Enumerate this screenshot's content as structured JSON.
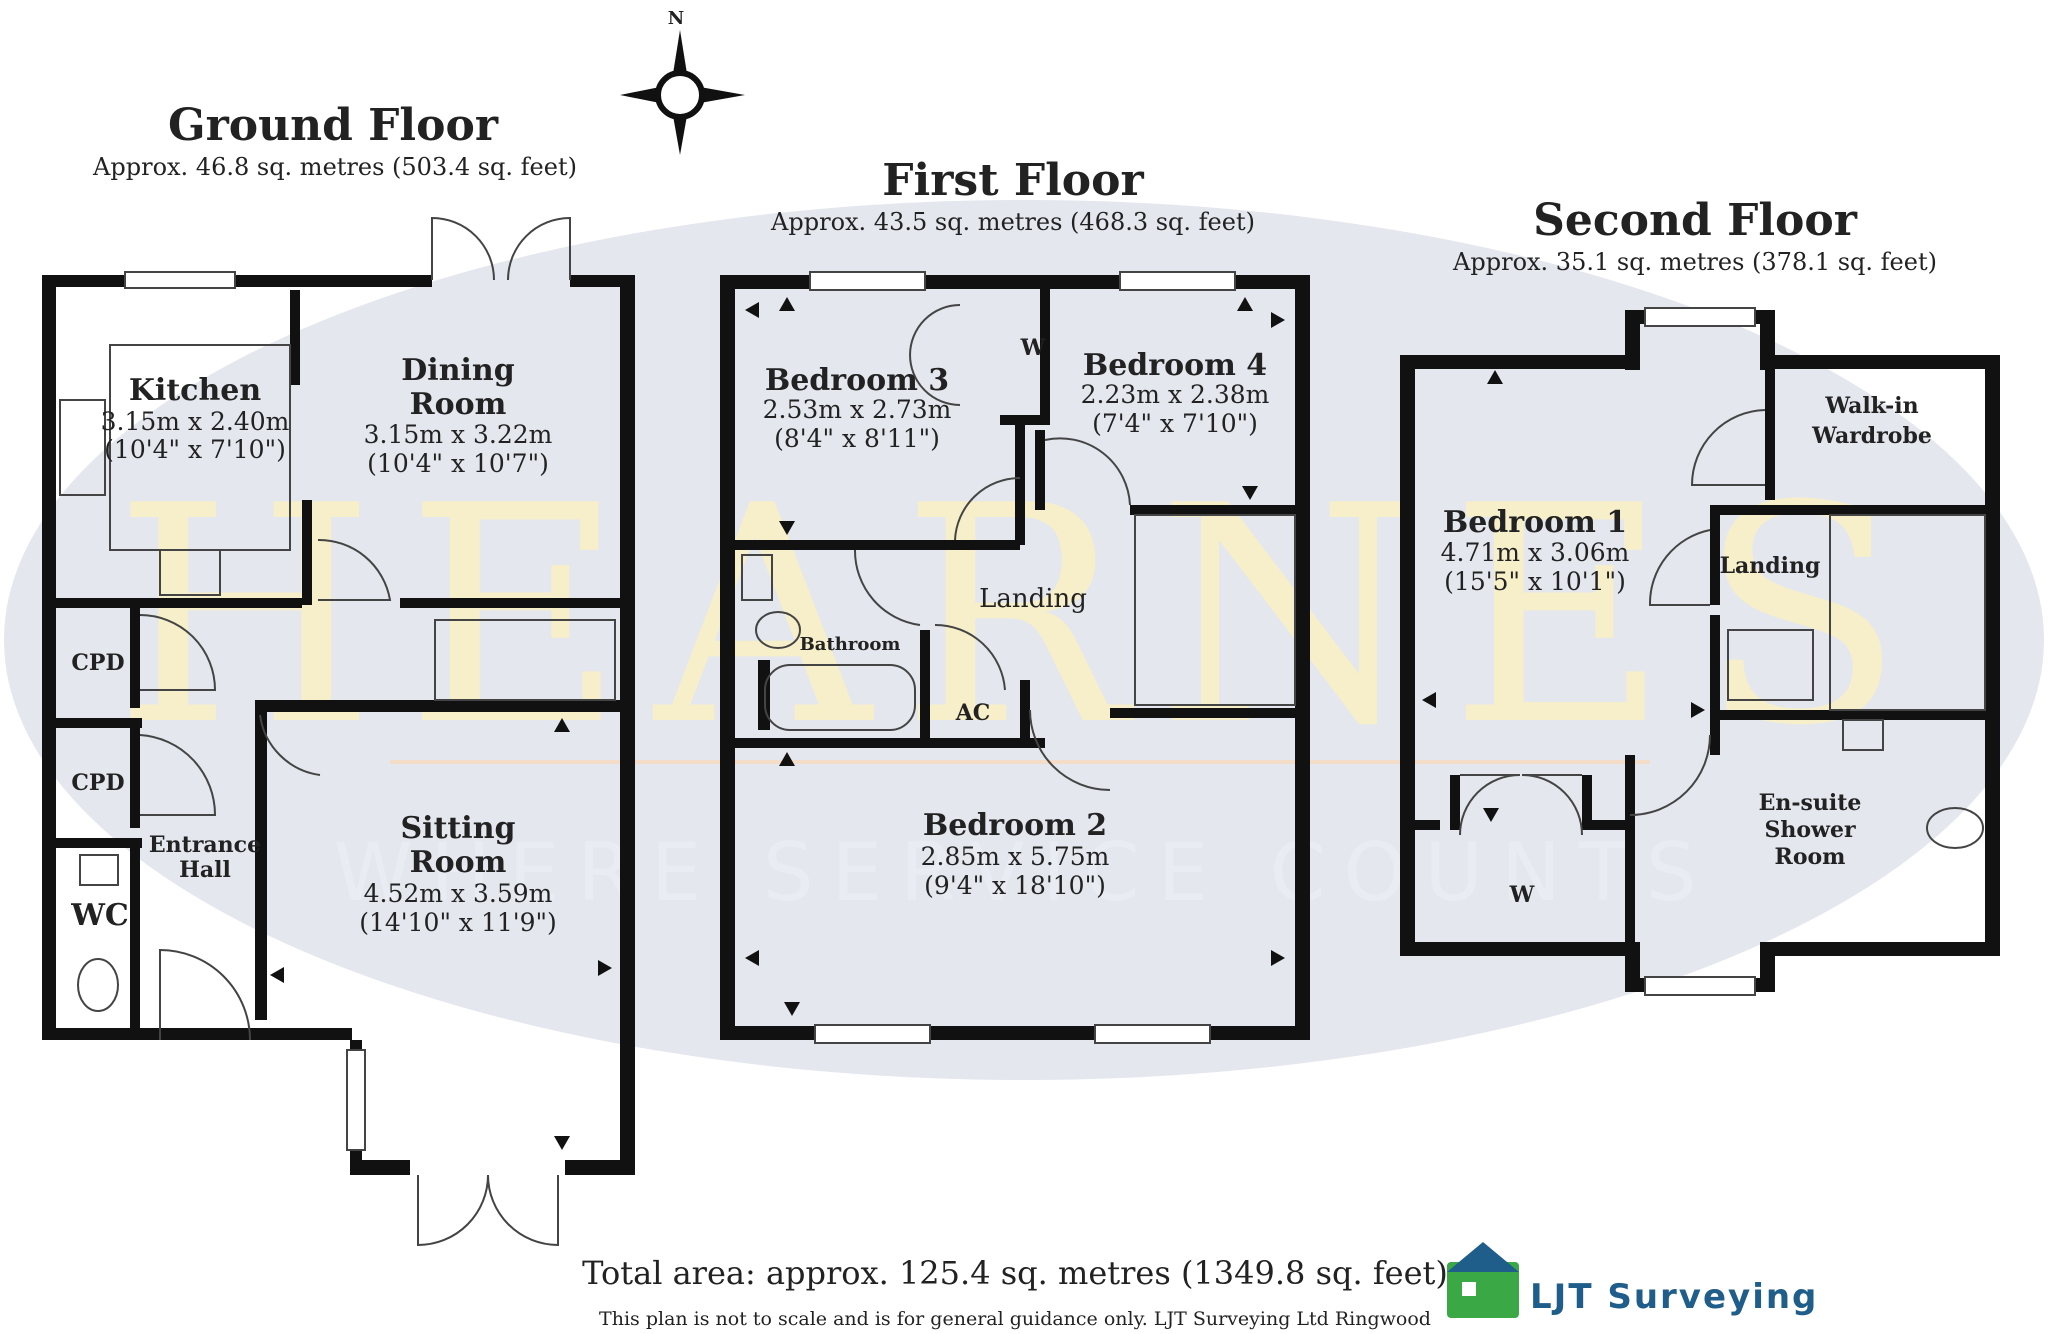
{
  "watermark": {
    "brand": "HEARNES",
    "tagline": "WHERE SERVICE COUNTS"
  },
  "compass": {
    "north_label": "N"
  },
  "ground_floor": {
    "title": "Ground Floor",
    "area": "Approx. 46.8 sq. metres (503.4 sq. feet)",
    "kitchen": {
      "name": "Kitchen",
      "metric": "3.15m x 2.40m",
      "imperial": "(10'4\" x 7'10\")"
    },
    "dining": {
      "name_line1": "Dining",
      "name_line2": "Room",
      "metric": "3.15m x 3.22m",
      "imperial": "(10'4\" x 10'7\")"
    },
    "sitting": {
      "name_line1": "Sitting",
      "name_line2": "Room",
      "metric": "4.52m x 3.59m",
      "imperial": "(14'10\" x 11'9\")"
    },
    "cpd1": "CPD",
    "cpd2": "CPD",
    "wc": "WC",
    "hall_line1": "Entrance",
    "hall_line2": "Hall"
  },
  "first_floor": {
    "title": "First Floor",
    "area": "Approx. 43.5 sq. metres (468.3 sq. feet)",
    "bedroom3": {
      "name": "Bedroom 3",
      "metric": "2.53m x 2.73m",
      "imperial": "(8'4\" x 8'11\")"
    },
    "bedroom4": {
      "name": "Bedroom 4",
      "metric": "2.23m x 2.38m",
      "imperial": "(7'4\" x 7'10\")"
    },
    "bedroom2": {
      "name": "Bedroom 2",
      "metric": "2.85m x 5.75m",
      "imperial": "(9'4\" x 18'10\")"
    },
    "wardrobe": "W",
    "landing": "Landing",
    "bathroom": "Bathroom",
    "ac": "AC"
  },
  "second_floor": {
    "title": "Second Floor",
    "area": "Approx. 35.1 sq. metres (378.1 sq. feet)",
    "bedroom1": {
      "name": "Bedroom 1",
      "metric": "4.71m x 3.06m",
      "imperial": "(15'5\" x 10'1\")"
    },
    "walkin_line1": "Walk-in",
    "walkin_line2": "Wardrobe",
    "landing": "Landing",
    "ensuite_line1": "En-suite",
    "ensuite_line2": "Shower",
    "ensuite_line3": "Room",
    "wardrobe": "W"
  },
  "footer": {
    "total": "Total area: approx. 125.4 sq. metres (1349.8 sq. feet)",
    "disclaimer": "This plan is not to scale and is for general guidance only. LJT Surveying Ltd Ringwood",
    "logo_text": "LJT Surveying"
  },
  "colors": {
    "wall": "#111111",
    "watermark_ellipse": "#e4e7ed",
    "watermark_text": "#f7efc9",
    "logo_green": "#3aa845",
    "logo_blue": "#1f5d8a"
  }
}
